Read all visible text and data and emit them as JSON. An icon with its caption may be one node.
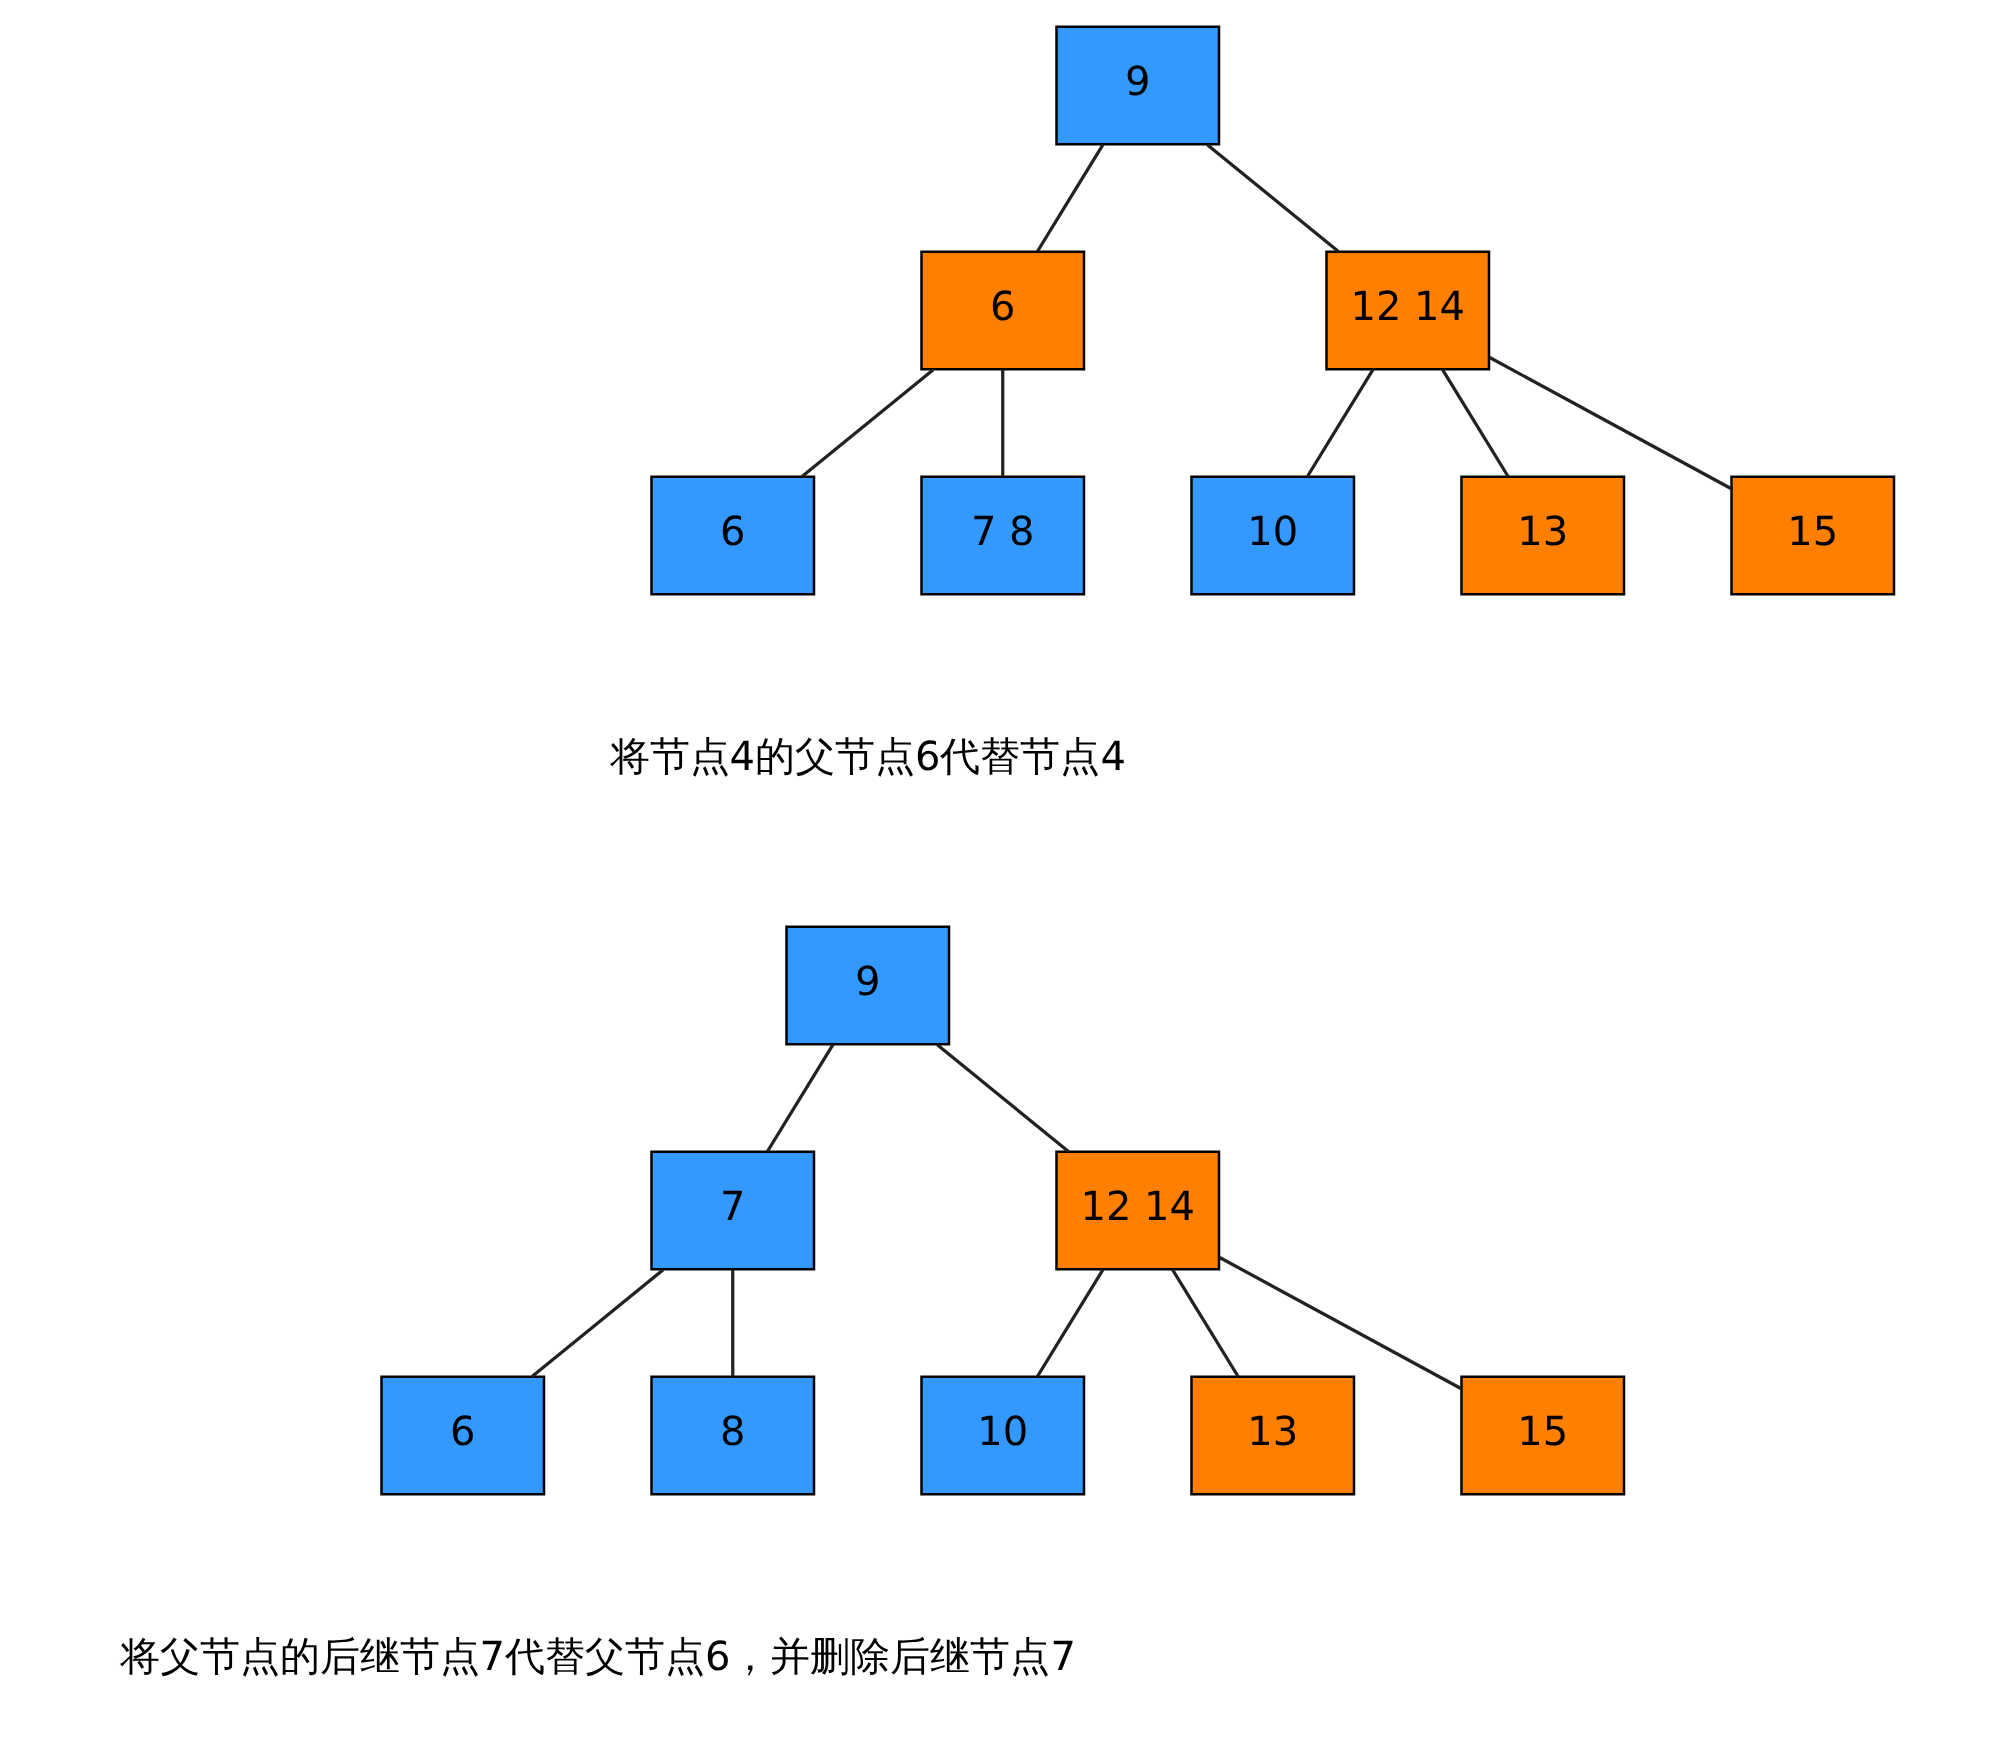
{
  "diagram": {
    "nodes": [
      {
        "text": [
          "9"
        ]
      },
      {
        "text": [
          "6"
        ]
      },
      {
        "text": [
          "12 14"
        ]
      },
      {
        "text": [
          "6"
        ]
      },
      {
        "text": [
          "7 8"
        ]
      },
      {
        "text": [
          "10"
        ]
      },
      {
        "text": [
          "13"
        ]
      },
      {
        "text": [
          "15"
        ]
      },
      {
        "text": [
          "9"
        ]
      },
      {
        "text": [
          "7"
        ]
      },
      {
        "text": [
          "12 14"
        ]
      },
      {
        "text": [
          "6"
        ]
      },
      {
        "text": [
          "8"
        ]
      },
      {
        "text": [
          "10"
        ]
      },
      {
        "text": [
          "13"
        ]
      },
      {
        "text": [
          "15"
        ]
      }
    ],
    "edges": [
      {
        "from": 0,
        "to": 1,
        "arrow": "none"
      },
      {
        "from": 0,
        "to": 2,
        "arrow": "none"
      },
      {
        "from": 1,
        "to": 3,
        "arrow": "none"
      },
      {
        "from": 1,
        "to": 4,
        "arrow": "none"
      },
      {
        "from": 2,
        "to": 5,
        "arrow": "none"
      },
      {
        "from": 2,
        "to": 6,
        "arrow": "none"
      },
      {
        "from": 2,
        "to": 7,
        "arrow": "none"
      },
      {
        "from": 8,
        "to": 9,
        "arrow": "none"
      },
      {
        "from": 8,
        "to": 10,
        "arrow": "none"
      },
      {
        "from": 9,
        "to": 11,
        "arrow": "none"
      },
      {
        "from": 9,
        "to": 12,
        "arrow": "none"
      },
      {
        "from": 10,
        "to": 13,
        "arrow": "none"
      },
      {
        "from": 10,
        "to": 14,
        "arrow": "none"
      },
      {
        "from": 10,
        "to": 15,
        "arrow": "none"
      }
    ],
    "labels": [
      "将节点4的父节点6代替节点4",
      "将父节点的后继节点7代替父节点6，并删除后继节点7"
    ]
  }
}
